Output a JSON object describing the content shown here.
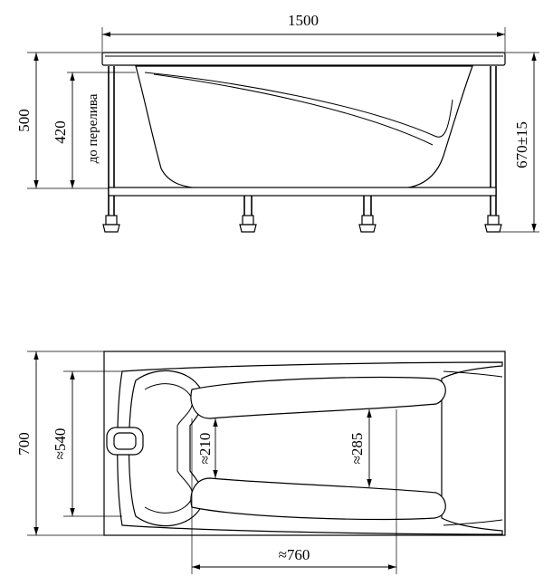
{
  "side_view": {
    "length_label": "1500",
    "height_label": "500",
    "overflow_label": "420",
    "overflow_note": "до перелива",
    "total_height_label": "670±15"
  },
  "top_view": {
    "width_label": "700",
    "inner_width_label": "≈540",
    "backrest_width_label": "≈210",
    "foot_width_label": "≈285",
    "inner_length_label": "≈760"
  }
}
